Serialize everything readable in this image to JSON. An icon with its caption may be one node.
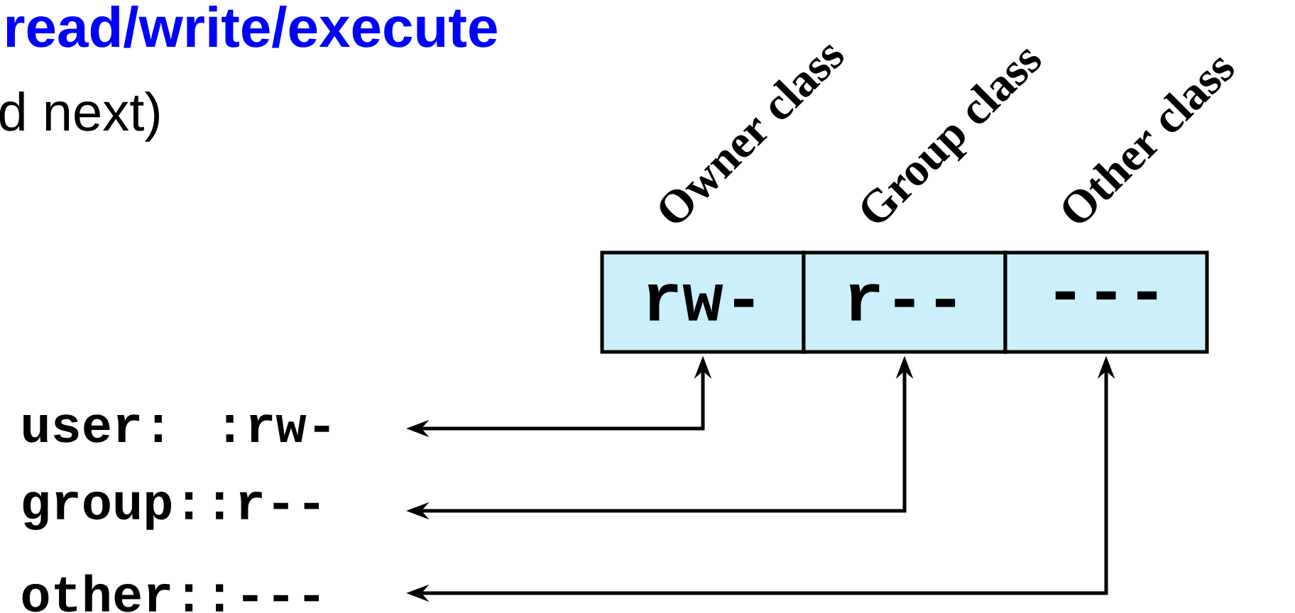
{
  "diagram": {
    "nodes": [
      {
        "text": [
          "Owner class",
          "rw-"
        ]
      },
      {
        "text": [
          "Group class",
          "r--"
        ]
      },
      {
        "text": [
          "Other class",
          "---"
        ]
      },
      {
        "text": [
          "user: :rw-"
        ]
      },
      {
        "text": [
          "group::r--"
        ]
      },
      {
        "text": [
          "other::---"
        ]
      }
    ],
    "edges": [
      {
        "from": 3,
        "to": 0,
        "arrow": "both"
      },
      {
        "from": 4,
        "to": 1,
        "arrow": "both"
      },
      {
        "from": 5,
        "to": 2,
        "arrow": "both"
      }
    ],
    "labels": [
      "read/write/execute",
      "d next)"
    ]
  }
}
